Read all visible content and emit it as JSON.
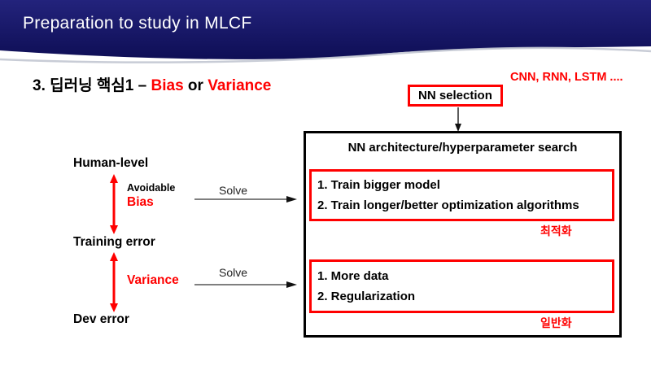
{
  "header": {
    "title": "Preparation to study in MLCF"
  },
  "title": {
    "prefix": "3. 딥러닝 핵심1 – ",
    "bias": "Bias",
    "connector": " or ",
    "variance": "Variance"
  },
  "top_note": "CNN, RNN, LSTM ....",
  "nn_selection_label": "NN selection",
  "search_box": {
    "title": "NN architecture/hyperparameter search",
    "optimization_items": [
      "1. Train bigger model",
      "2. Train longer/better optimization algorithms"
    ],
    "optimization_caption": "최적화",
    "generalization_items": [
      "1. More data",
      "2. Regularization"
    ],
    "generalization_caption": "일반화"
  },
  "levels": {
    "human": "Human-level",
    "training": "Training error",
    "dev": "Dev error"
  },
  "gaps": {
    "avoidable": "Avoidable",
    "bias": "Bias",
    "variance": "Variance"
  },
  "solve_label": "Solve",
  "colors": {
    "accent_red": "#ff0000",
    "header_navy": "#14146a"
  }
}
